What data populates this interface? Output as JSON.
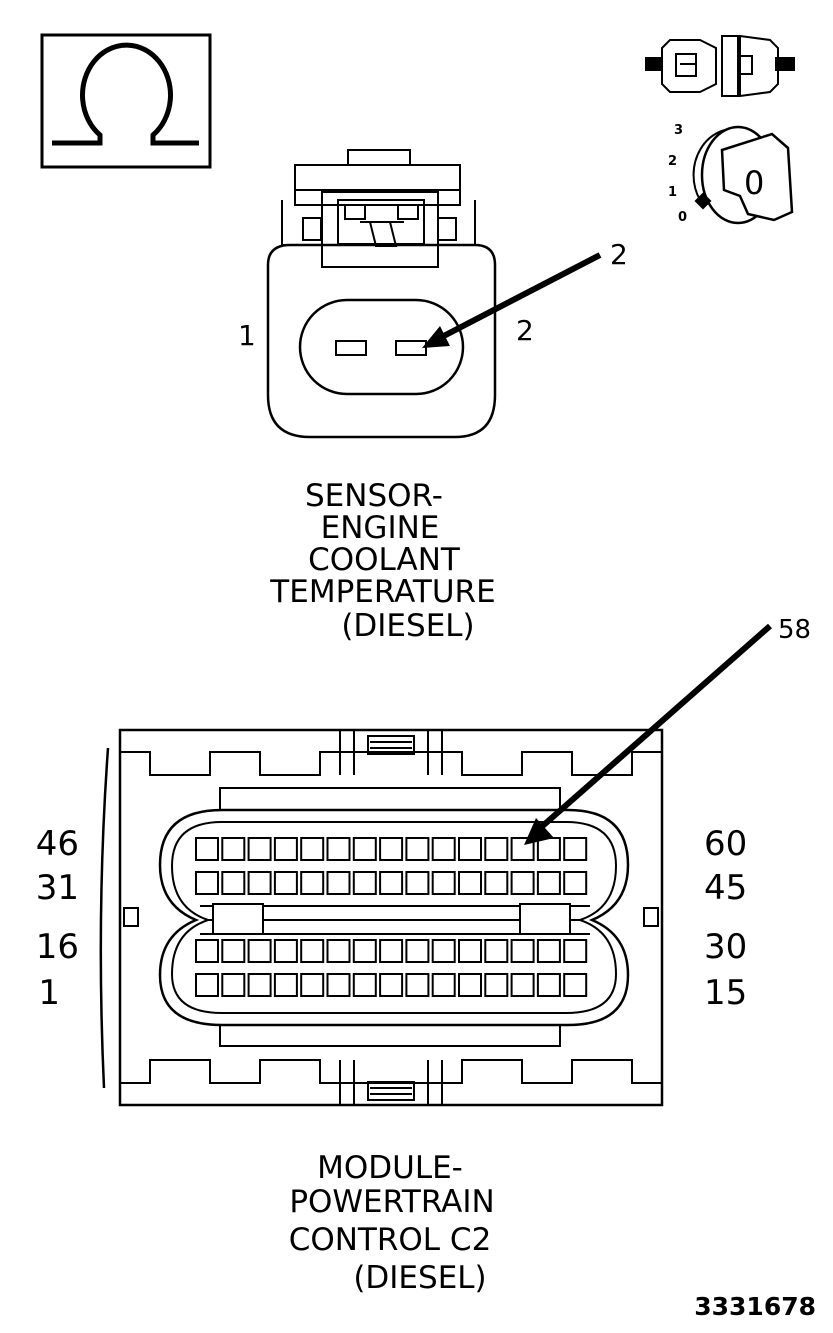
{
  "ignition_key": {
    "positions": [
      "3",
      "2",
      "1",
      "0"
    ],
    "key_label": "0"
  },
  "sensor_connector": {
    "pin_left_label": "1",
    "pin_right_label": "2",
    "callout_label": "2",
    "caption_lines": [
      "SENSOR-",
      "ENGINE",
      "COOLANT",
      "TEMPERATURE",
      "(DIESEL)"
    ]
  },
  "pcm_connector": {
    "callout_label": "58",
    "row_labels_left": [
      "46",
      "31",
      "16",
      "1"
    ],
    "row_labels_right": [
      "60",
      "45",
      "30",
      "15"
    ],
    "caption_lines": [
      "MODULE-",
      "POWERTRAIN",
      "CONTROL C2",
      "(DIESEL)"
    ]
  },
  "figure_number": "3331678"
}
